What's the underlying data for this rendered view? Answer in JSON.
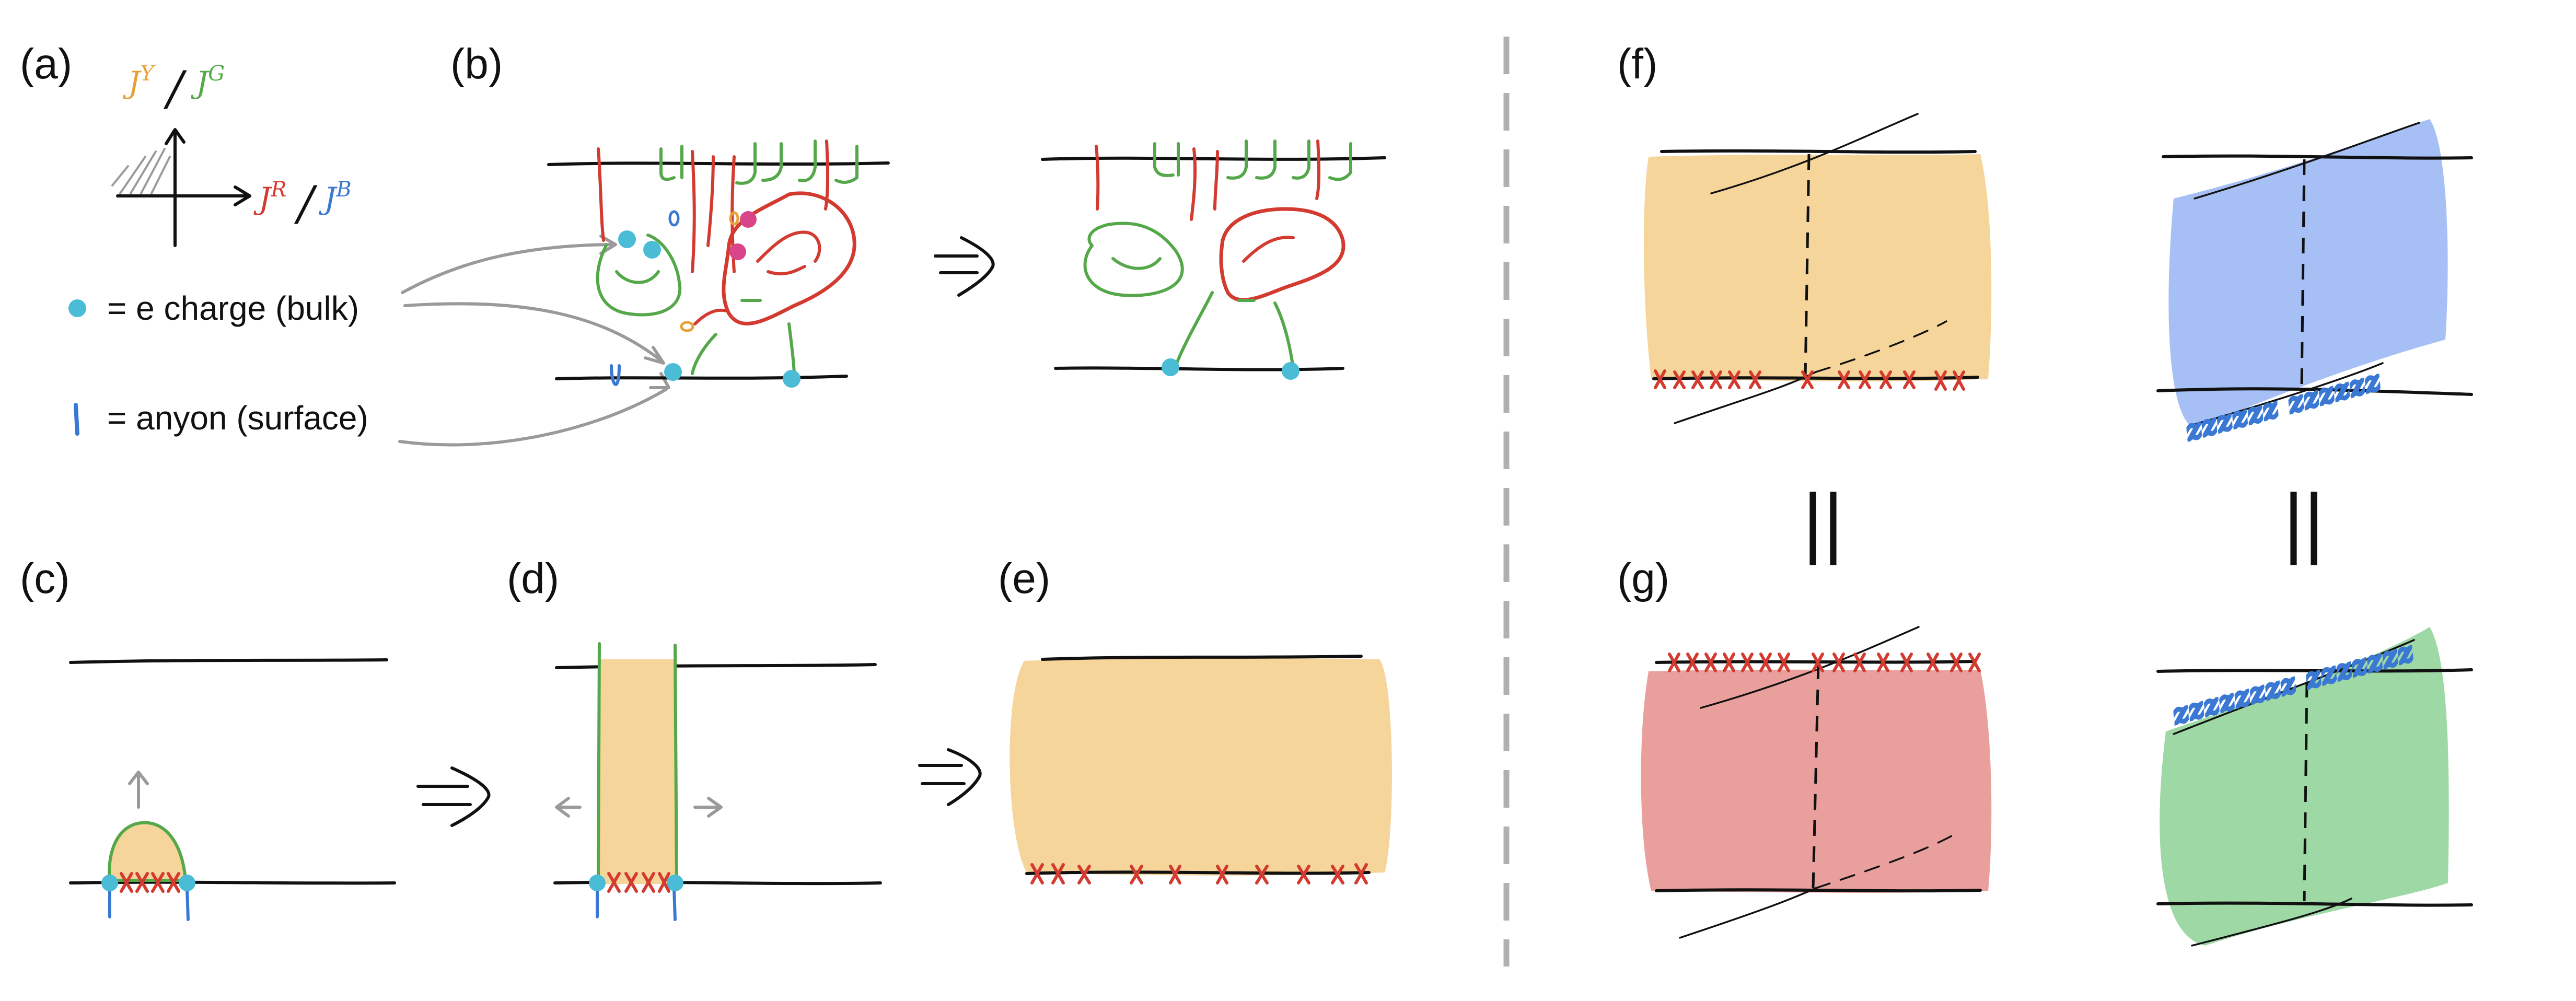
{
  "panels": {
    "a": "(a)",
    "b": "(b)",
    "c": "(c)",
    "d": "(d)",
    "e": "(e)",
    "f": "(f)",
    "g": "(g)"
  },
  "axes": {
    "top_left": "J",
    "top_left_sup": "Y",
    "top_right": "J",
    "top_right_sup": "G",
    "right_left": "J",
    "right_left_sup": "R",
    "right_right": "J",
    "right_right_sup": "B",
    "slash": "/"
  },
  "legend": {
    "charge": "=  e charge (bulk)",
    "anyon": "=  anyon (surface)"
  },
  "equals": "||",
  "colors": {
    "yellow_fill": "#f6d59a",
    "blue_fill": "#a6bff5",
    "red_fill": "#e9a09d",
    "green_fill": "#9ed8a5",
    "cyan_dot": "#4bbcd6",
    "magenta_dot": "#d9458a",
    "red_stroke": "#d33a30",
    "green_stroke": "#55a84a",
    "blue_stroke": "#3a78d4",
    "separator": "#b0b0b0"
  }
}
